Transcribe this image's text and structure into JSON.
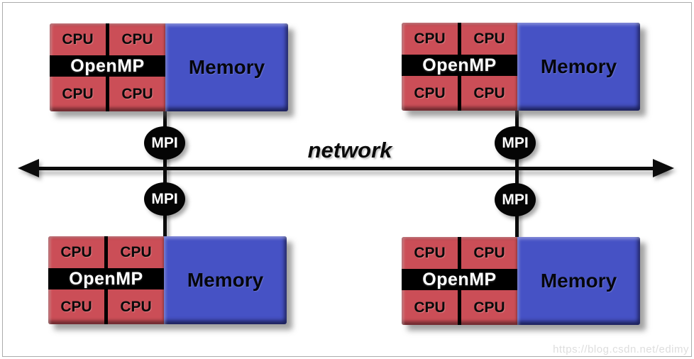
{
  "diagram": {
    "type": "hybrid-mpi-openmp-architecture",
    "network_label": "network",
    "watermark": "https://blog.csdn.net/edimy",
    "labels": {
      "cpu": "CPU",
      "openmp": "OpenMP",
      "memory": "Memory",
      "mpi": "MPI"
    },
    "colors": {
      "cpu_red": "#cb4e57",
      "memory_blue": "#4652c5",
      "band_black": "#000000",
      "connector_black": "#0b0b0b",
      "watermark_gray": "#dedede"
    },
    "nodes": [
      {
        "position": "top-left",
        "cpus": [
          "CPU",
          "CPU",
          "CPU",
          "CPU"
        ],
        "openmp_label": "OpenMP",
        "memory_label": "Memory"
      },
      {
        "position": "top-right",
        "cpus": [
          "CPU",
          "CPU",
          "CPU",
          "CPU"
        ],
        "openmp_label": "OpenMP",
        "memory_label": "Memory"
      },
      {
        "position": "bottom-left",
        "cpus": [
          "CPU",
          "CPU",
          "CPU",
          "CPU"
        ],
        "openmp_label": "OpenMP",
        "memory_label": "Memory"
      },
      {
        "position": "bottom-right",
        "cpus": [
          "CPU",
          "CPU",
          "CPU",
          "CPU"
        ],
        "openmp_label": "OpenMP",
        "memory_label": "Memory"
      }
    ],
    "mpi_badges": [
      {
        "label": "MPI"
      },
      {
        "label": "MPI"
      },
      {
        "label": "MPI"
      },
      {
        "label": "MPI"
      }
    ]
  }
}
